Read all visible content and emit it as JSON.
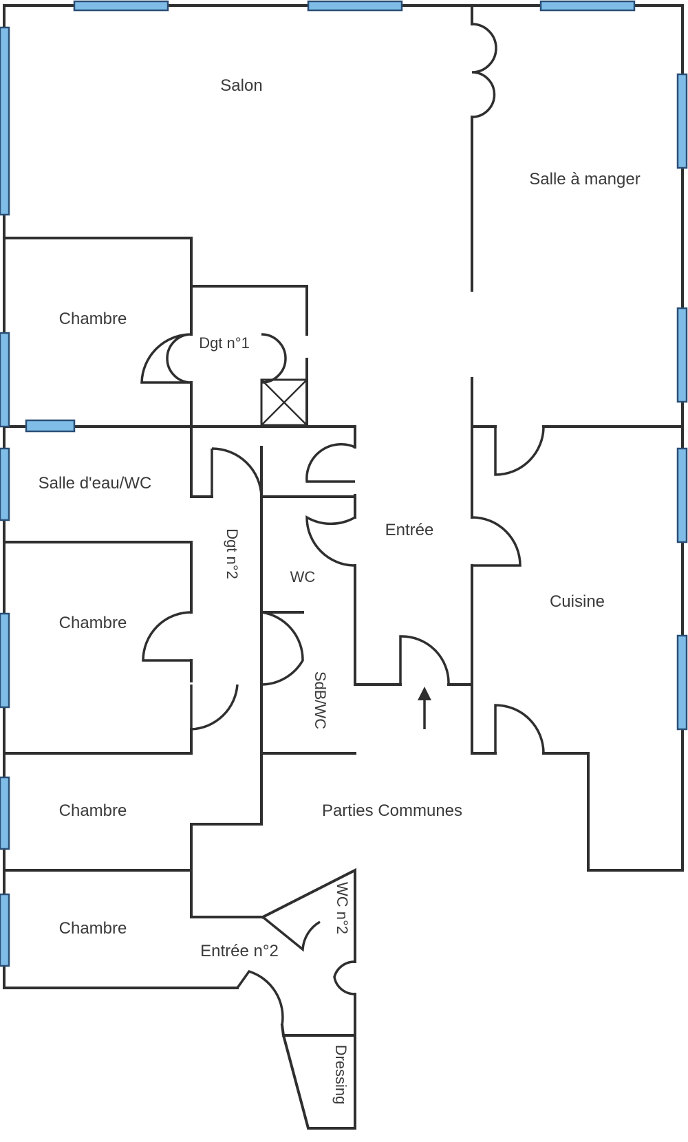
{
  "rooms": {
    "salon": "Salon",
    "salle_a_manger": "Salle à manger",
    "chambre_1": "Chambre",
    "dgt_1": "Dgt n°1",
    "salle_deau": "Salle d'eau/WC",
    "dgt_2": "Dgt n°2",
    "wc": "WC",
    "entree": "Entrée",
    "cuisine": "Cuisine",
    "chambre_2": "Chambre",
    "sdb_wc": "SdB/WC",
    "chambre_3": "Chambre",
    "parties_communes": "Parties Communes",
    "chambre_4": "Chambre",
    "entree_2": "Entrée n°2",
    "wc_2": "WC n°2",
    "dressing": "Dressing"
  },
  "colors": {
    "wall": "#2f2f2f",
    "window_fill": "#7fbde8",
    "window_border": "#2a4f75"
  },
  "icons": [
    "entrance-arrow-icon",
    "elevator-shaft-icon"
  ]
}
